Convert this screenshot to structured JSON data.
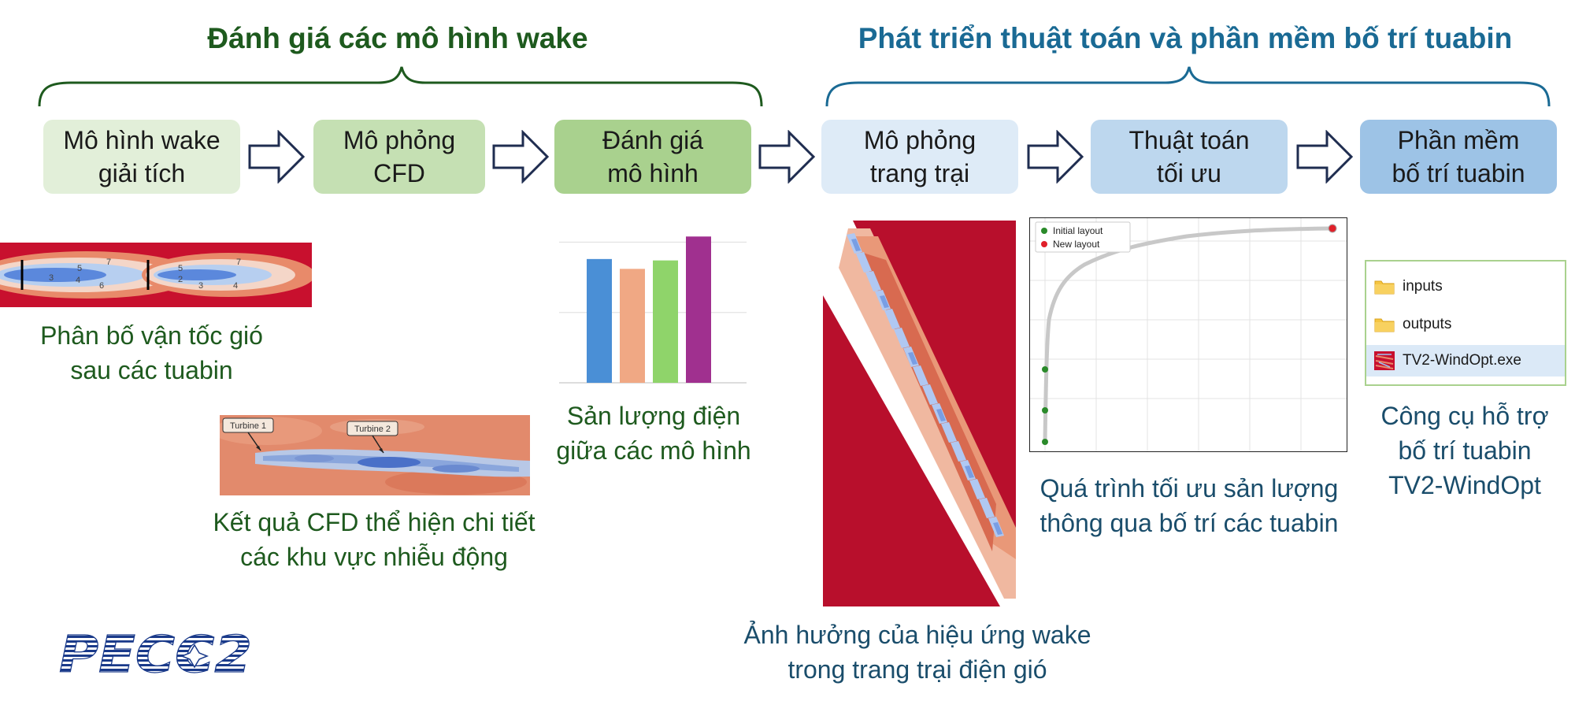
{
  "header": {
    "left_title": "Đánh giá các mô hình wake",
    "right_title": "Phát triển thuật toán và phần mềm bố trí tuabin"
  },
  "colors": {
    "left_title": "#1e5a1e",
    "right_title": "#1a6a94",
    "step_greens": [
      "#e2efd9",
      "#c5e0b3",
      "#a9d18e"
    ],
    "step_blues": [
      "#deebf7",
      "#bdd7ee",
      "#9dc3e6"
    ],
    "arrow_stroke": "#1f2d50"
  },
  "steps": [
    {
      "label": "Mô hình wake\ngiải tích"
    },
    {
      "label": "Mô phỏng\nCFD"
    },
    {
      "label": "Đánh giá\nmô hình"
    },
    {
      "label": "Mô phỏng\ntrang trại"
    },
    {
      "label": "Thuật toán\ntối ưu"
    },
    {
      "label": "Phần mềm\nbố trí tuabin"
    }
  ],
  "captions": {
    "velocity": "Phân bố vận tốc gió\nsau các tuabin",
    "cfd": "Kết quả CFD thể hiện chi tiết\ncác khu vực nhiễu động",
    "energy": "Sản lượng điện\ngiữa các mô hình",
    "farm": "Ảnh hưởng của hiệu ứng wake\ntrong trang trại điện gió",
    "optimization": "Quá trình tối ưu sản lượng\nthông qua bố trí các tuabin",
    "tool": "Công cụ hỗ trợ\nbố trí tuabin\nTV2-WindOpt"
  },
  "cfd_image": {
    "turbine1": "Turbine 1",
    "turbine2": "Turbine 2"
  },
  "contour_labels": [
    "7",
    "5",
    "3",
    "4",
    "6",
    "7",
    "5",
    "2",
    "3",
    "4"
  ],
  "chart_data": {
    "type": "bar",
    "categories": [
      "",
      "",
      "",
      ""
    ],
    "values": [
      0.88,
      0.81,
      0.87,
      1.04
    ],
    "colors": [
      "#4a8fd6",
      "#f0a884",
      "#8fd46a",
      "#a0308f"
    ],
    "ylim": [
      0,
      1.12
    ],
    "gridlines": [
      0,
      0.5,
      1.0
    ],
    "grid": true
  },
  "optimization_chart": {
    "legend": [
      "Initial layout",
      "New layout"
    ],
    "legend_colors": [
      "#2a8a2a",
      "#e0202a"
    ],
    "curve_color": "#c8c8c8"
  },
  "file_explorer": {
    "items": [
      {
        "name": "inputs",
        "icon": "folder-icon"
      },
      {
        "name": "outputs",
        "icon": "folder-icon"
      },
      {
        "name": "TV2-WindOpt.exe",
        "icon": "exe-icon"
      }
    ]
  },
  "logo": {
    "text": "PECC2"
  }
}
